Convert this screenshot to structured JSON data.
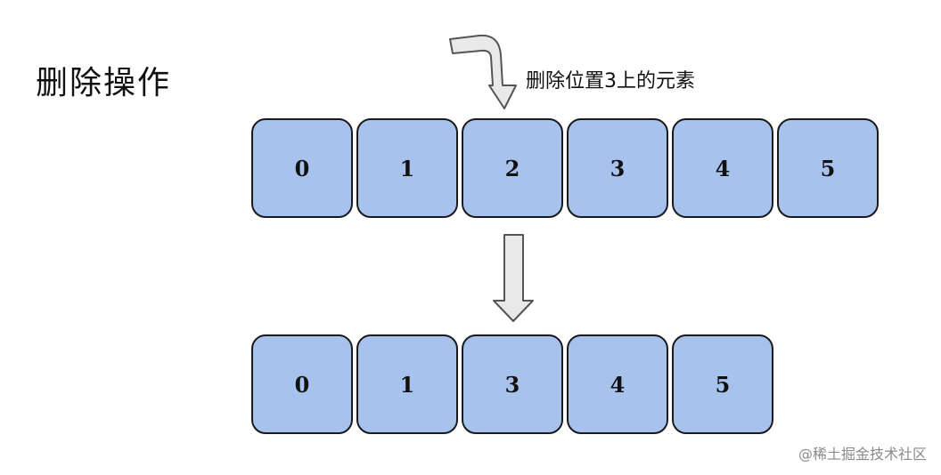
{
  "title": "删除操作",
  "annotation": "删除位置3上的元素",
  "array_before": [
    "0",
    "1",
    "2",
    "3",
    "4",
    "5"
  ],
  "array_after": [
    "0",
    "1",
    "3",
    "4",
    "5"
  ],
  "watermark": "@稀土掘金技术社区",
  "colors": {
    "cell_fill": "#a8c2ee",
    "cell_border": "#1a1a1a",
    "arrow_fill": "#e9e9e9",
    "arrow_stroke": "#555555"
  }
}
